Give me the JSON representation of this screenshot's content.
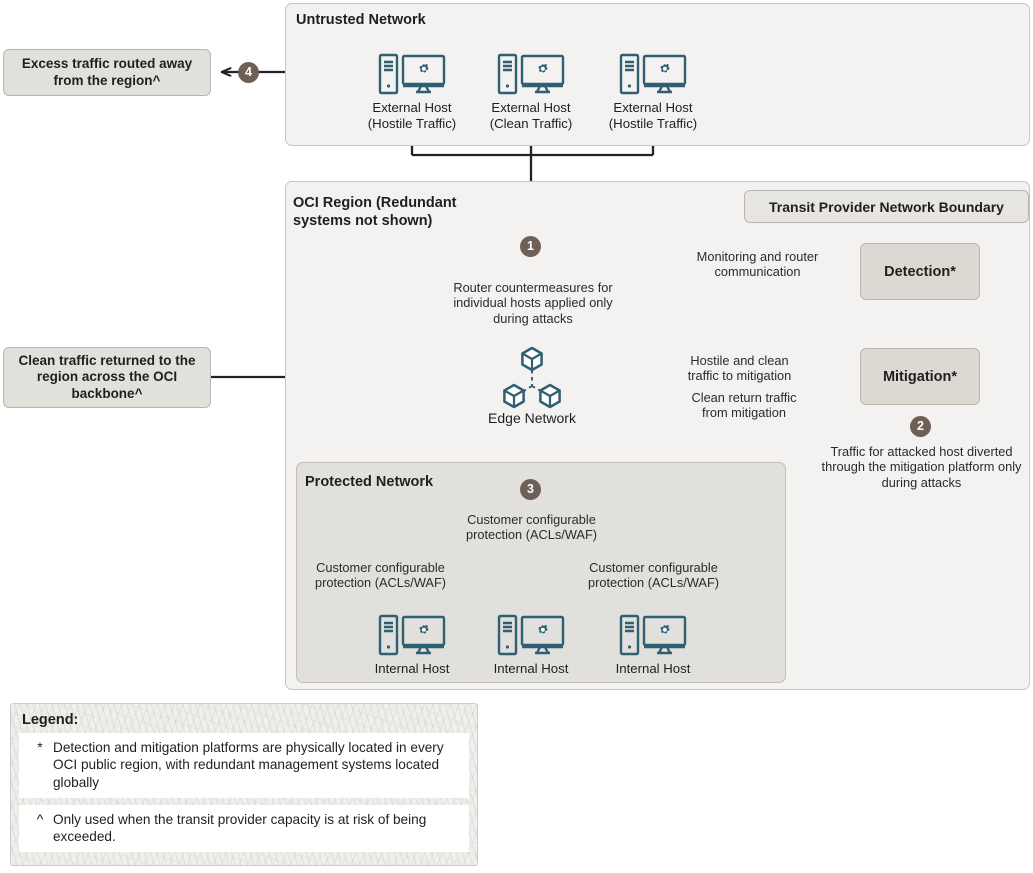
{
  "zones": {
    "untrusted": {
      "title": "Untrusted Network"
    },
    "region": {
      "title": "OCI Region (Redundant systems not shown)"
    },
    "protected": {
      "title": "Protected Network"
    }
  },
  "boundary_badge": {
    "label": "Transit Provider Network Boundary"
  },
  "callouts": {
    "excess": "Excess traffic routed away from the region^",
    "clean": "Clean traffic returned to the region across the OCI backbone^"
  },
  "platforms": {
    "detection": "Detection*",
    "mitigation": "Mitigation*"
  },
  "badges": {
    "one": "1",
    "two": "2",
    "three": "3",
    "four": "4"
  },
  "external_hosts": [
    {
      "name": "External Host",
      "traffic": "(Hostile Traffic)"
    },
    {
      "name": "External Host",
      "traffic": "(Clean Traffic)"
    },
    {
      "name": "External Host",
      "traffic": "(Hostile Traffic)"
    }
  ],
  "internal_hosts": [
    {
      "name": "Internal Host"
    },
    {
      "name": "Internal Host"
    },
    {
      "name": "Internal Host"
    }
  ],
  "edge_network": {
    "label": "Edge Network"
  },
  "annotations": {
    "router_countermeasures": "Router countermeasures for individual hosts applied only during attacks",
    "monitoring": "Monitoring and router communication",
    "hostile_clean": "Hostile and clean traffic to mitigation",
    "clean_return": "Clean return traffic from mitigation",
    "diverted": "Traffic for attacked host diverted through the mitigation platform only during attacks",
    "acl_waf_left": "Customer configurable protection (ACLs/WAF)",
    "acl_waf_center": "Customer configurable protection (ACLs/WAF)",
    "acl_waf_right": "Customer configurable protection (ACLs/WAF)"
  },
  "legend": {
    "title": "Legend:",
    "items": [
      {
        "symbol": "*",
        "text": "Detection and mitigation platforms are physically located in every OCI public region, with redundant management systems located globally"
      },
      {
        "symbol": "^",
        "text": "Only used when the transit provider capacity is at risk of being exceeded."
      }
    ]
  },
  "colors": {
    "icon_teal": "#2e5f72",
    "badge_brown": "#6e6056",
    "zone_bg": "#f4f2f0",
    "protected_bg": "#e2e0dc",
    "line": "#232323"
  }
}
